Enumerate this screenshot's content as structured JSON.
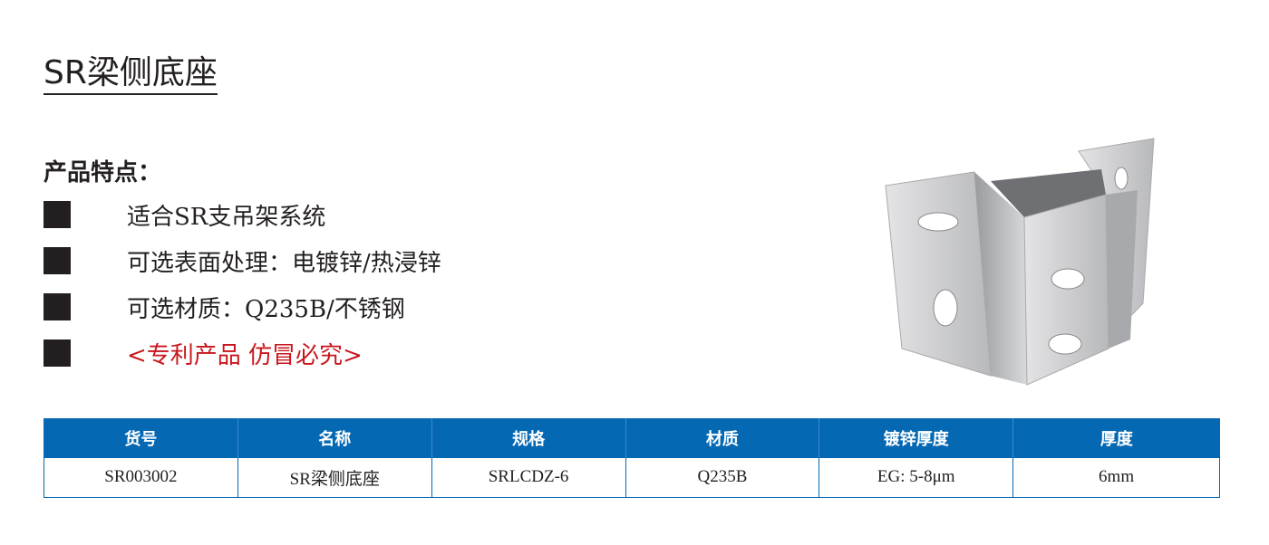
{
  "title": "SR梁侧底座",
  "features": {
    "heading": "产品特点：",
    "items": [
      "适合SR支吊架系统",
      "可选表面处理：电镀锌/热浸锌",
      "可选材质：Q235B/不锈钢",
      "<专利产品  仿冒必究>"
    ]
  },
  "table": {
    "headers": [
      "货号",
      "名称",
      "规格",
      "材质",
      "镀锌厚度",
      "厚度"
    ],
    "row": [
      "SR003002",
      "SR梁侧底座",
      "SRLCDZ-6",
      "Q235B",
      "EG: 5-8μm",
      "6mm"
    ]
  },
  "colors": {
    "header": "#0468b3",
    "patent": "#c8161d"
  }
}
